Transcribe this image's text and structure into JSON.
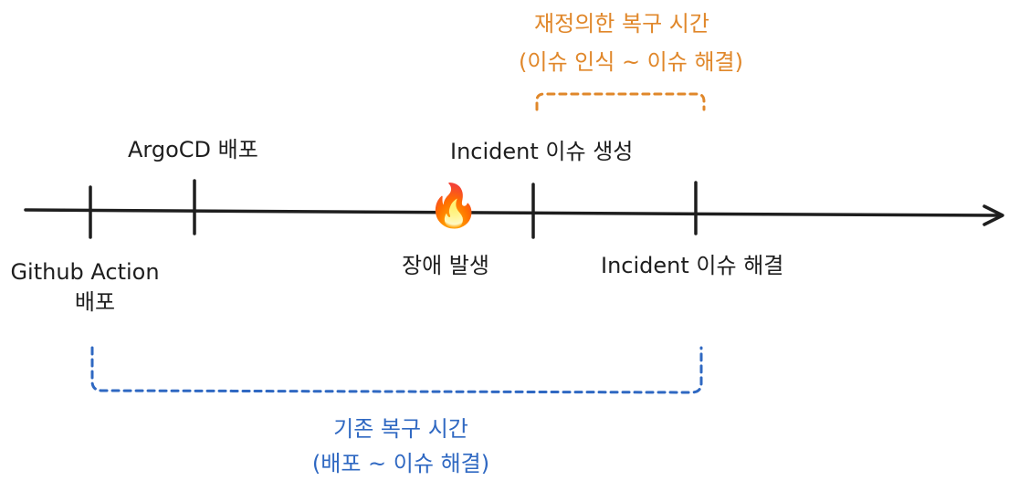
{
  "labels": {
    "argocd": "ArgoCD 배포",
    "github_action_line1": "Github Action",
    "github_action_line2": "배포",
    "failure": "장애 발생",
    "incident_created": "Incident 이슈 생성",
    "incident_resolved": "Incident 이슈 해결"
  },
  "redefined_recovery": {
    "line1": "재정의한 복구 시간",
    "line2": "(이슈 인식 ~ 이슈 해결)"
  },
  "original_recovery": {
    "line1": "기존 복구 시간",
    "line2": "(배포 ~ 이슈 해결)"
  },
  "icons": {
    "failure_marker": "fire-icon",
    "failure_glyph": "🔥"
  },
  "colors": {
    "line": "#1e1e1e",
    "redefined_bracket": "#e0872a",
    "original_bracket": "#2f68c2"
  }
}
